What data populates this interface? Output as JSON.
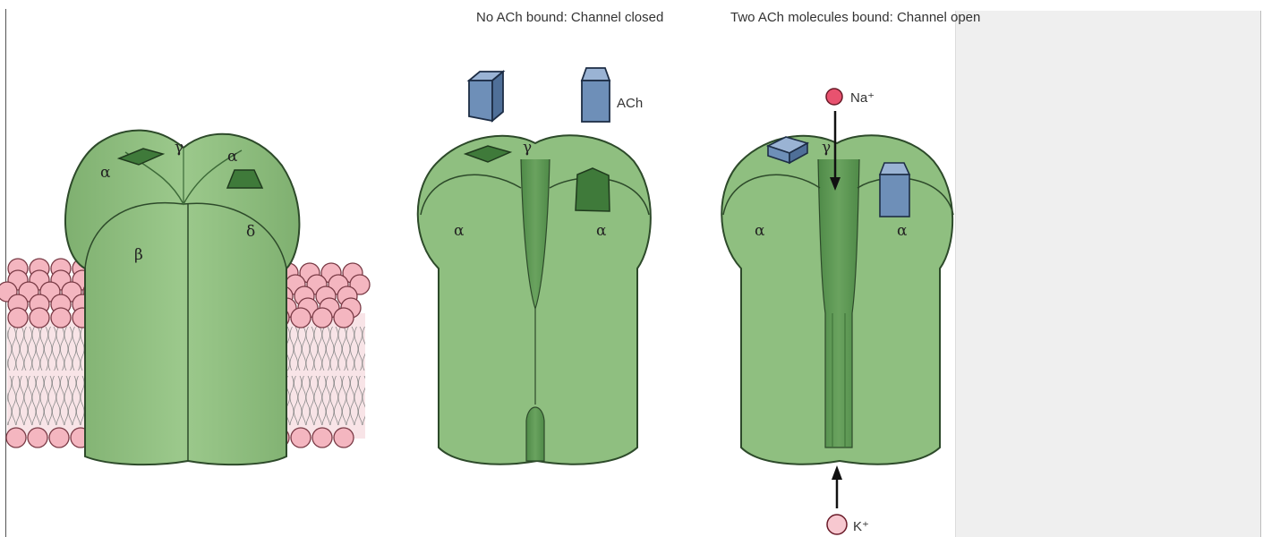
{
  "captions": {
    "closed": {
      "line1": "No ACh bound:",
      "line2": "Channel closed"
    },
    "open": {
      "line1": "Two ACh molecules bound:",
      "line2": "Channel open"
    }
  },
  "labels": {
    "full": {
      "alpha_left": "α",
      "gamma": "γ",
      "alpha_right": "α",
      "beta": "β",
      "delta": "δ"
    },
    "closed": {
      "gamma": "γ",
      "alpha_left": "α",
      "alpha_right": "α",
      "ach": "ACh"
    },
    "open": {
      "gamma": "γ",
      "alpha_left": "α",
      "alpha_right": "α",
      "na": "Na⁺",
      "k": "K⁺"
    }
  },
  "colors": {
    "protein": "#8fbf80",
    "protein_dark": "#5e9a55",
    "protein_outline": "#2d4a2a",
    "ach": "#6e8fb8",
    "lipid_head": "#f4b6c0",
    "na_ion": "#e8526f",
    "k_ion": "#f7c8d0",
    "panel": "#efefef"
  }
}
